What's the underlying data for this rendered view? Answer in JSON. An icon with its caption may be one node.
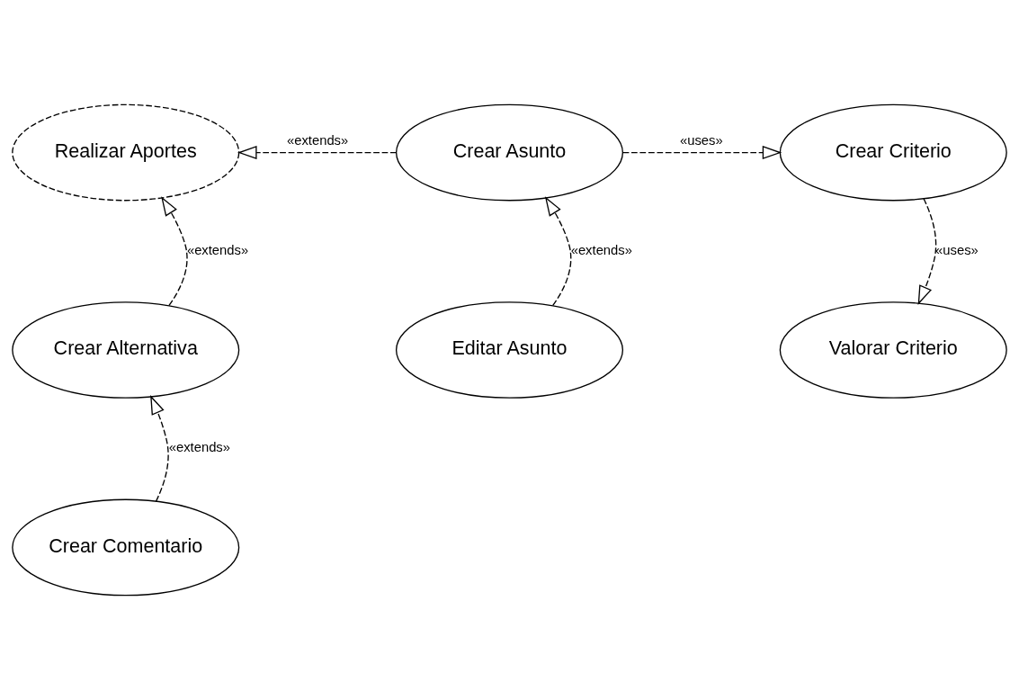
{
  "diagram": {
    "nodes": [
      {
        "text": [
          "Realizar Aportes"
        ]
      },
      {
        "text": [
          "Crear Asunto"
        ]
      },
      {
        "text": [
          "Crear Criterio"
        ]
      },
      {
        "text": [
          "Crear Alternativa"
        ]
      },
      {
        "text": [
          "Editar Asunto"
        ]
      },
      {
        "text": [
          "Valorar Criterio"
        ]
      },
      {
        "text": [
          "Crear Comentario"
        ]
      }
    ],
    "edges": [
      {
        "from": 1,
        "to": 0,
        "arrow": "to",
        "label": "«extends»",
        "style": "dashed"
      },
      {
        "from": 1,
        "to": 2,
        "arrow": "to",
        "label": "«uses»",
        "style": "dashed"
      },
      {
        "from": 3,
        "to": 0,
        "arrow": "to",
        "label": "«extends»",
        "style": "dashed"
      },
      {
        "from": 4,
        "to": 1,
        "arrow": "to",
        "label": "«extends»",
        "style": "dashed"
      },
      {
        "from": 2,
        "to": 5,
        "arrow": "to",
        "label": "«uses»",
        "style": "dashed"
      },
      {
        "from": 6,
        "to": 3,
        "arrow": "to",
        "label": "«extends»",
        "style": "dashed"
      }
    ]
  }
}
